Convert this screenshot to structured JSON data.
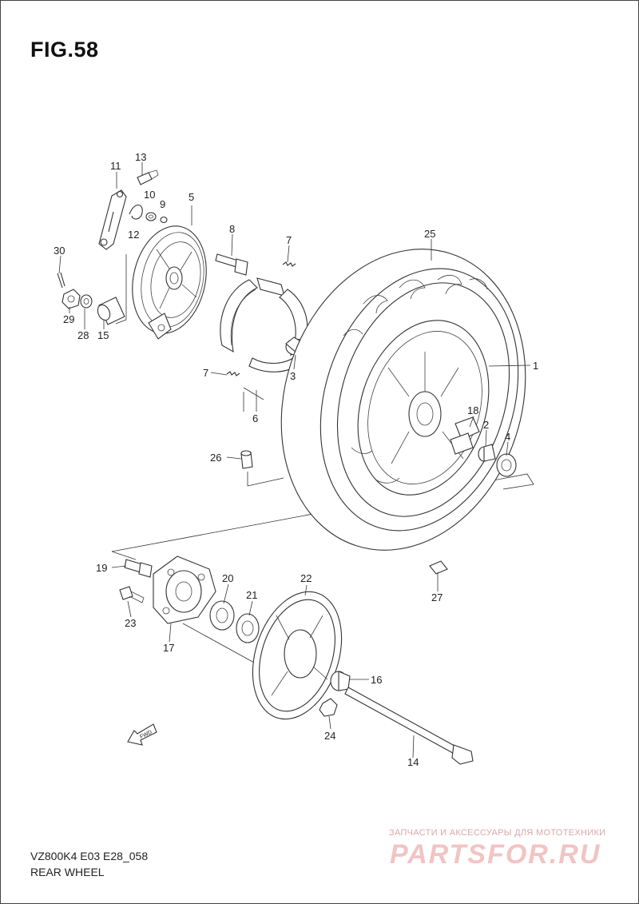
{
  "figure": {
    "title": "FIG.58"
  },
  "footer": {
    "model_code": "VZ800K4 E03 E28_058",
    "caption": "REAR WHEEL"
  },
  "watermark": {
    "tagline": "ЗАПЧАСТИ И АКСЕССУАРЫ ДЛЯ МОТОТЕХНИКИ",
    "logo_text": "PARTSFOR.RU",
    "color": "#f2c4c4"
  },
  "fwd_mark": {
    "text": "FWD"
  },
  "callouts": [
    "1",
    "2",
    "3",
    "4",
    "5",
    "6",
    "7",
    "7",
    "8",
    "9",
    "10",
    "11",
    "12",
    "13",
    "14",
    "15",
    "16",
    "17",
    "18",
    "19",
    "20",
    "21",
    "22",
    "23",
    "24",
    "25",
    "26",
    "27",
    "28",
    "29",
    "30"
  ]
}
